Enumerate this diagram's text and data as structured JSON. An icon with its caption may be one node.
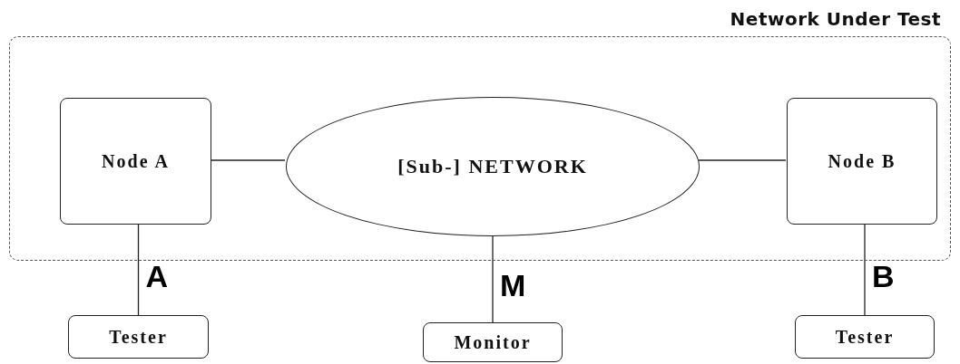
{
  "diagram": {
    "nodes": [
      {
        "text": [
          "Network Under Test"
        ]
      },
      {
        "text": [
          "Node A"
        ],
        "in": 0
      },
      {
        "text": [
          "[Sub-] NETWORK"
        ],
        "in": 0
      },
      {
        "text": [
          "Node B"
        ],
        "in": 0
      },
      {
        "text": [
          "Tester"
        ]
      },
      {
        "text": [
          "Monitor"
        ]
      },
      {
        "text": [
          "Tester"
        ]
      }
    ],
    "edges": [
      {
        "from": 1,
        "to": 2,
        "arrow": "none"
      },
      {
        "from": 2,
        "to": 3,
        "arrow": "none"
      },
      {
        "from": 1,
        "to": 4,
        "arrow": "none",
        "label": "A"
      },
      {
        "from": 2,
        "to": 5,
        "arrow": "none",
        "label": "M"
      },
      {
        "from": 3,
        "to": 6,
        "arrow": "none",
        "label": "B"
      }
    ]
  }
}
